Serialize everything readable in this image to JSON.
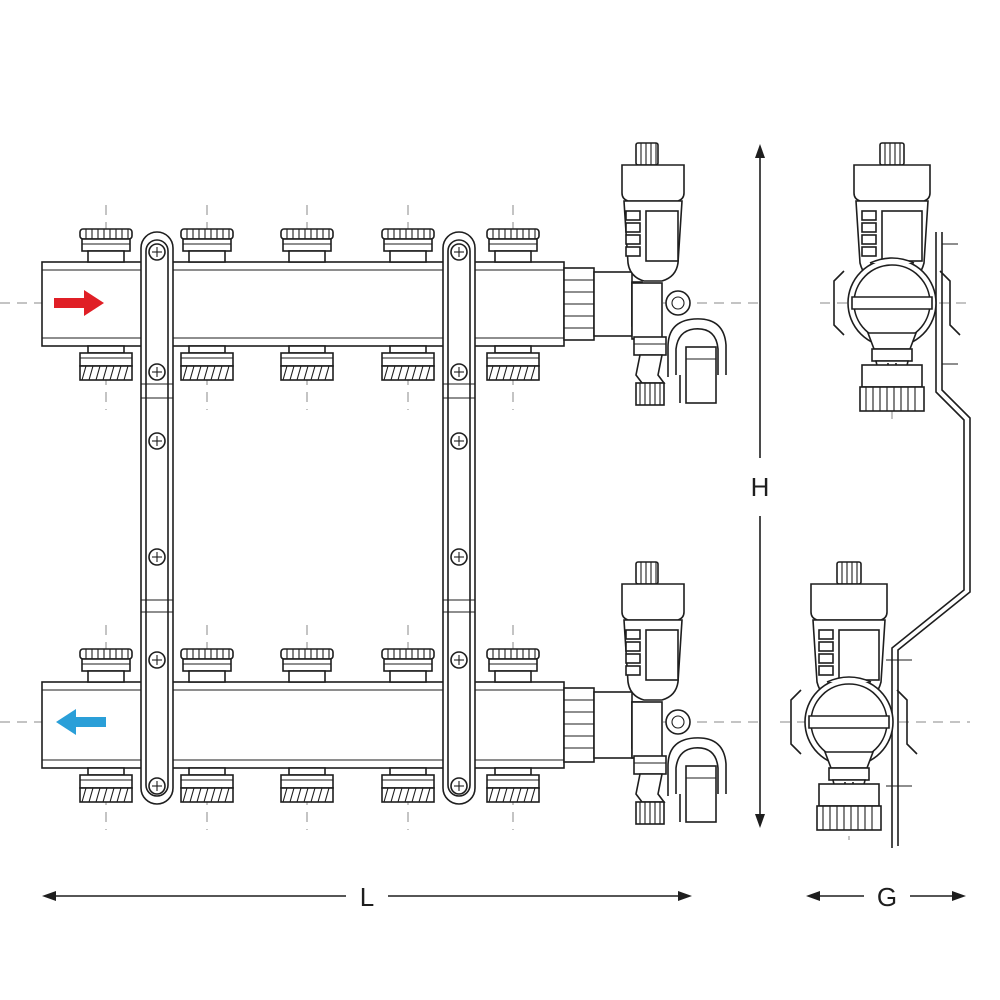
{
  "dimensions": {
    "length_label": "L",
    "height_label": "H",
    "depth_label": "G"
  },
  "flow": {
    "supply_color": "#e01f26",
    "return_color": "#2a9fd8"
  },
  "outlets_per_bar": 5
}
